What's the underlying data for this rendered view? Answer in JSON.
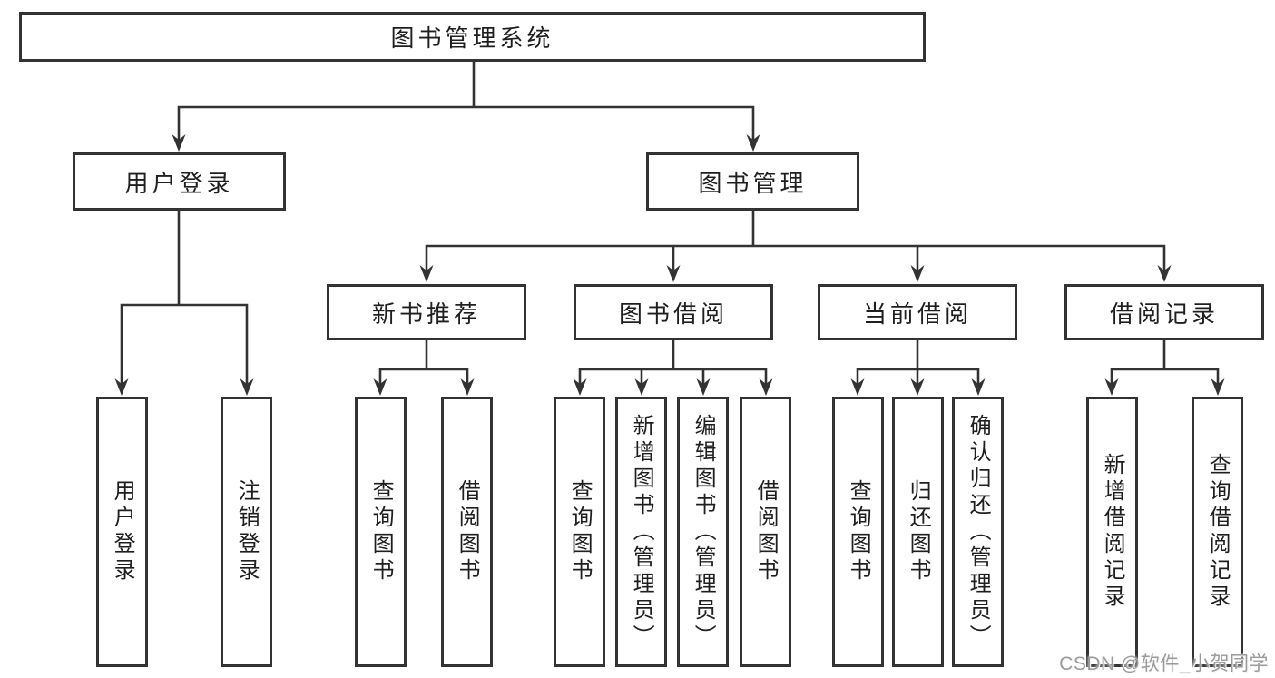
{
  "diagram": {
    "type": "hierarchy-tree",
    "tree": {
      "root": {
        "label": "图书管理系统"
      },
      "branches": [
        {
          "label": "用户登录",
          "children": [
            {
              "label": "用户登录"
            },
            {
              "label": "注销登录"
            }
          ]
        },
        {
          "label": "图书管理",
          "children": [
            {
              "label": "新书推荐",
              "children": [
                {
                  "label": "查询图书"
                },
                {
                  "label": "借阅图书"
                }
              ]
            },
            {
              "label": "图书借阅",
              "children": [
                {
                  "label": "查询图书"
                },
                {
                  "label": "新增图书（管理员）"
                },
                {
                  "label": "编辑图书（管理员）"
                },
                {
                  "label": "借阅图书"
                }
              ]
            },
            {
              "label": "当前借阅",
              "children": [
                {
                  "label": "查询图书"
                },
                {
                  "label": "归还图书"
                },
                {
                  "label": "确认归还（管理员）"
                }
              ]
            },
            {
              "label": "借阅记录",
              "children": [
                {
                  "label": "新增借阅记录"
                },
                {
                  "label": "查询借阅记录"
                }
              ]
            }
          ]
        }
      ]
    },
    "colors": {
      "line": "#333333",
      "text": "#1f1f1f",
      "background": "#ffffff",
      "watermark": "#9b9b9b"
    }
  },
  "watermark": {
    "text": "CSDN @软件_小贺同学"
  }
}
